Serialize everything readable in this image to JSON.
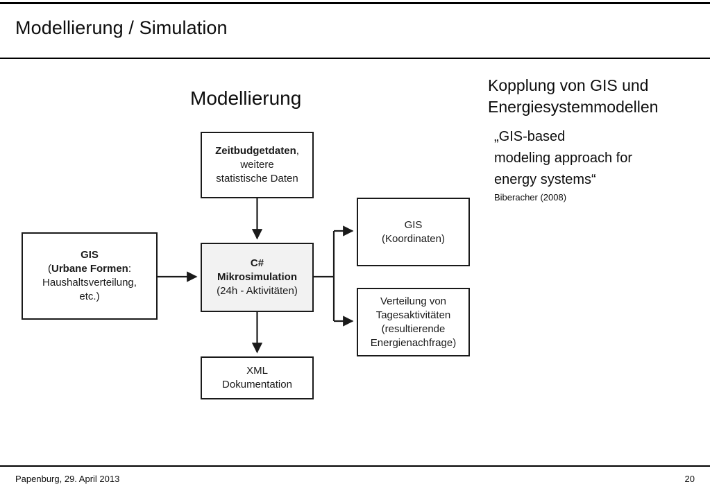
{
  "slide": {
    "title": "Modellierung / Simulation",
    "footer_left": "Papenburg, 29. April 2013",
    "footer_page": "20"
  },
  "diagram": {
    "title": "Modellierung",
    "nodes": {
      "zeitbudget": {
        "line1_bold": "Zeitbudgetdaten",
        "line1_rest": ",",
        "line2": "weitere",
        "line3": "statistische Daten"
      },
      "gis_input": {
        "line1_bold": "GIS",
        "line2_pre": "(",
        "line2_bold": "Urbane Formen",
        "line2_post": ":",
        "line3": "Haushaltsverteilung,",
        "line4": "etc.)"
      },
      "csharp": {
        "line1_bold": "C#",
        "line2_bold": "Mikrosimulation",
        "line3": "(24h - Aktivitäten)"
      },
      "gis_koord": {
        "line1": "GIS",
        "line2": "(Koordinaten)"
      },
      "verteilung": {
        "line1": "Verteilung von",
        "line2": "Tagesaktivitäten",
        "line3": "(resultierende",
        "line4": "Energienachfrage)"
      },
      "xml": {
        "line1": "XML",
        "line2": "Dokumentation"
      }
    }
  },
  "right_column": {
    "heading_line1": "Kopplung von GIS und",
    "heading_line2": "Energiesystemmodellen",
    "quote_line1": "„GIS-based",
    "quote_line2": "modeling approach for",
    "quote_line3": "energy systems“",
    "citation": "Biberacher (2008)"
  },
  "colors": {
    "rule": "#000000",
    "node_border": "#1a1a1a",
    "node_fill": "#ffffff",
    "node_fill_highlight": "#f2f2f2",
    "text": "#0d0d0d"
  }
}
